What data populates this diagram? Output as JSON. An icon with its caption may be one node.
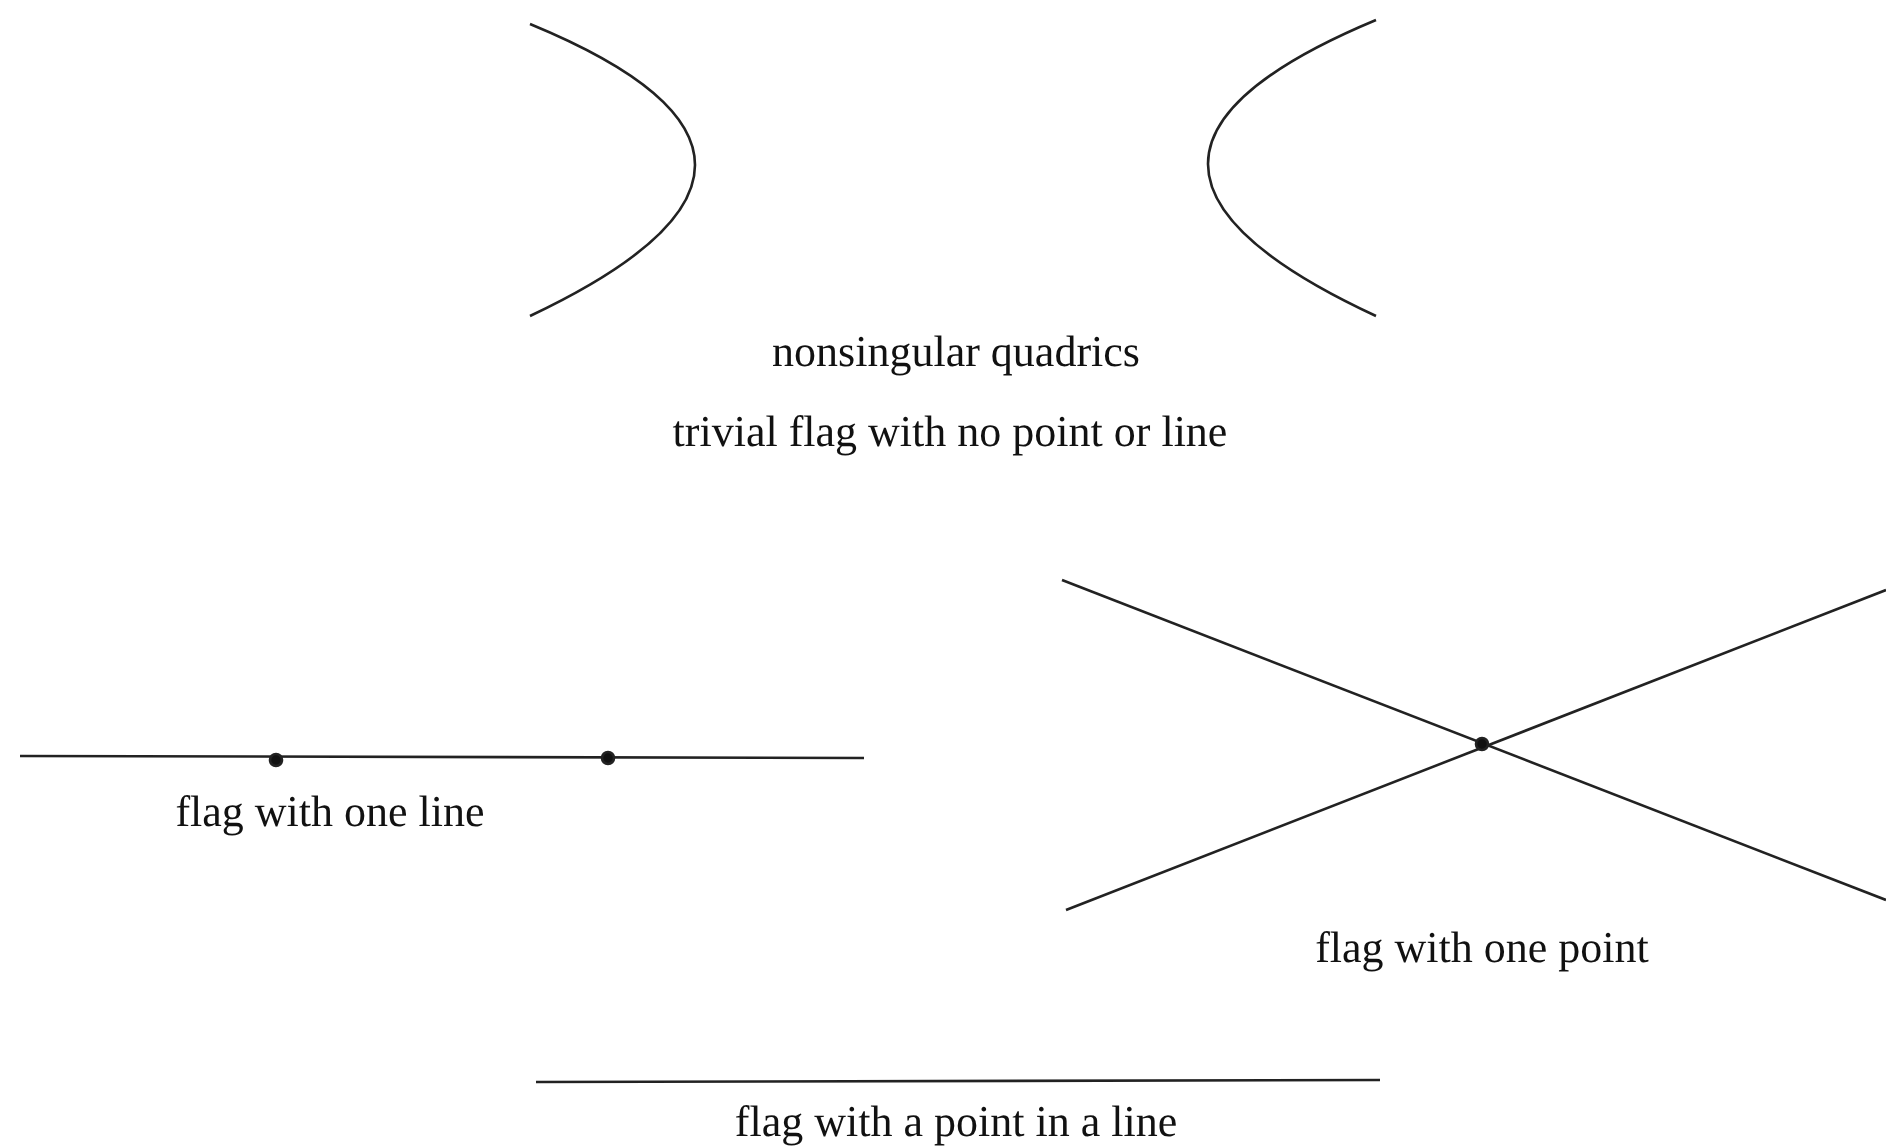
{
  "diagram": {
    "labels": [
      "nonsingular quadrics",
      "trivial flag with no point or line",
      "flag with one line",
      "flag with one point",
      "flag with a point in a line"
    ]
  }
}
